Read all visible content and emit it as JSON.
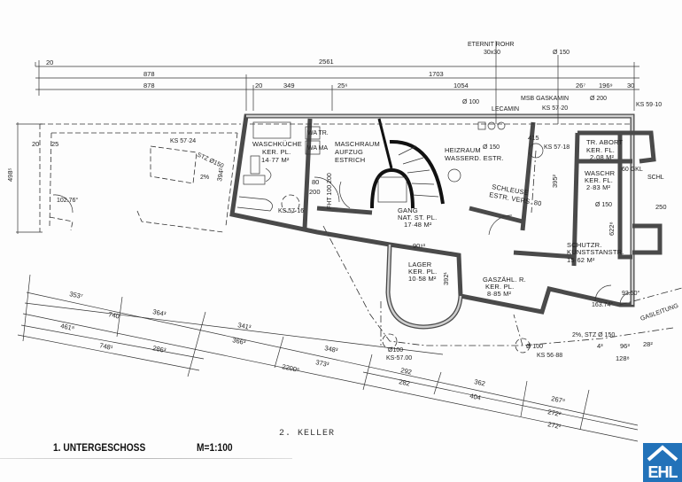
{
  "plan": {
    "floor_title": "1. UNTERGESCHOSS",
    "scale": "M=1:100",
    "subtitle": "2. KELLER",
    "logo": "EHL",
    "colors": {
      "logo": "#2272b9",
      "walls": "#4a4a4a"
    }
  },
  "rooms": [
    {
      "name": "WASCHKÜCHE",
      "floor": "KER. PL.",
      "area": "14·77 M²"
    },
    {
      "name": "MASCHRAUM",
      "floor": "AUFZUG",
      "area": "ESTRICH"
    },
    {
      "name": "HEIZRAUM",
      "floor": "WASSERD. ESTR.",
      "area": ""
    },
    {
      "name": "TR. ABORT",
      "floor": "KER. FL.",
      "area": "2·08 M²"
    },
    {
      "name": "WASCHR",
      "floor": "KER. FL.",
      "area": "2·83 M²"
    },
    {
      "name": "GANG",
      "floor": "NAT. ST. PL.",
      "area": "17·48 M²"
    },
    {
      "name": "LAGER",
      "floor": "KER. PL.",
      "area": "10·58 M²"
    },
    {
      "name": "GASZÄHL. R.",
      "floor": "KER. PL.",
      "area": "8·85 M²"
    },
    {
      "name": "SCHUTZR.",
      "floor": "KUNSTSTANSTR.",
      "area": "15·62 M²"
    },
    {
      "name": "SCHLEUSE",
      "floor": "ESTR. VERS. 80",
      "area": ""
    }
  ],
  "annotations": [
    "ETERNIT ROHR",
    "30x30",
    "Ø 150",
    "LECAMIN",
    "MSB GASKAMIN",
    "Ø 200",
    "Ø 100",
    "KS 57·20",
    "KS 59·10",
    "KS 57·24",
    "KS 57·18",
    "102.76°",
    "163.74°",
    "93.50°",
    "GASLEITUNG",
    "Ø100",
    "KS-57.00",
    "Ø 100",
    "KS 56·88",
    "2%, STZ Ø 150",
    "STZ Ø150",
    "2%",
    "Ø 150",
    "SCHL",
    "60 GKL",
    "WA TR.",
    "WA MA",
    "Ø 150",
    "KS 57·16",
    "FHT 100 200"
  ],
  "dimensions_top": [
    "20",
    "2561",
    "878",
    "1703",
    "878",
    "20",
    "349",
    "25⁶",
    "1054",
    "26⁷",
    "196⁹",
    "30"
  ],
  "dimensions_side": [
    "498⁵",
    "20",
    "25",
    "394²",
    "415",
    "395²",
    "392¹",
    "250",
    "622⁸",
    "80",
    "200",
    "90⁹³"
  ],
  "dimensions_bottom": [
    "353⁷",
    "740",
    "364³",
    "461⁸",
    "748¹",
    "286³",
    "341³",
    "366³",
    "348³",
    "373³",
    "2200⁶",
    "292",
    "282",
    "362",
    "404",
    "267⁹",
    "272²",
    "272²",
    "4³",
    "96³",
    "28²",
    "128⁸"
  ]
}
